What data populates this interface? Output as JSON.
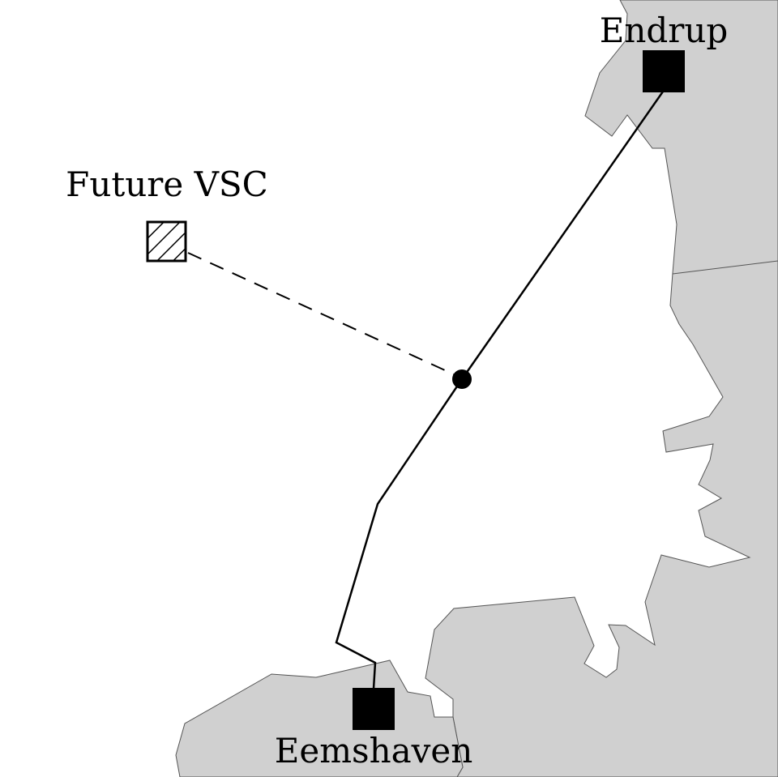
{
  "stations": {
    "endrup": {
      "label": "Endrup",
      "type": "existing"
    },
    "eemshaven": {
      "label": "Eemshaven",
      "type": "existing"
    },
    "future_vsc": {
      "label": "Future VSC",
      "type": "planned"
    }
  },
  "colors": {
    "land": "#d0d0d0",
    "coast": "#555555",
    "cable": "#000000"
  }
}
